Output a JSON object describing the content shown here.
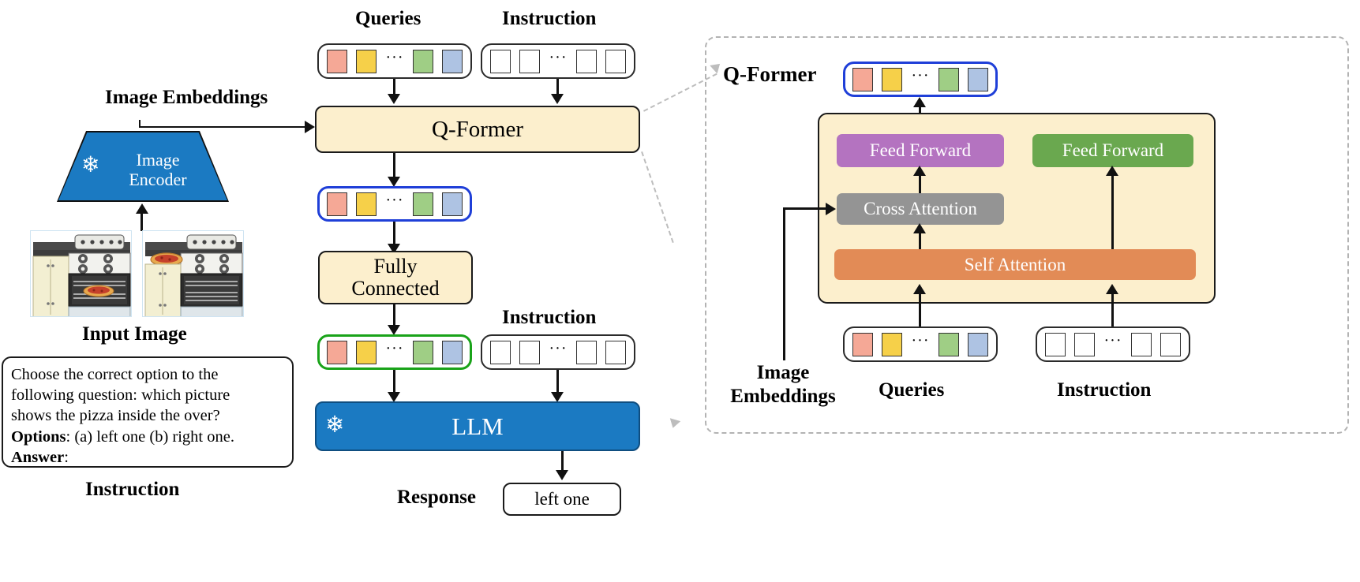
{
  "diagram": {
    "title": "InstructBLIP-style vision-language architecture with Q-Former detail",
    "colors": {
      "token_red": "#f5a896",
      "token_yellow": "#f6d049",
      "token_green": "#9fce85",
      "token_blue": "#aec3e3",
      "panel_cream": "#fcefcd",
      "frozen_blue": "#1b7ac2",
      "feed_forward_purple": "#b473c0",
      "feed_forward_green": "#6aa84f",
      "cross_attention_gray": "#949494",
      "self_attention_orange": "#e28b56",
      "highlight_blue_border": "#1f3fd8",
      "highlight_green_border": "#19a319",
      "dashed_gray": "#b3b3b3"
    }
  },
  "left": {
    "image_embeddings_label": "Image Embeddings",
    "image_encoder_line1": "Image",
    "image_encoder_line2": "Encoder",
    "image_encoder_frozen_icon": "snowflake-icon",
    "input_image_label": "Input Image",
    "thumb_left_alt": "stove-with-pizza-inside-oven",
    "thumb_right_alt": "stove-with-pizza-on-cooktop",
    "instruction_line1": "Choose the correct option to the",
    "instruction_line2": "following question: which picture",
    "instruction_line3": "shows the pizza inside the over?",
    "instruction_options_key": "Options",
    "instruction_options_value": ": (a) left one (b) right one.",
    "instruction_answer_key": "Answer",
    "instruction_answer_value": ":",
    "instruction_caption": "Instruction"
  },
  "center": {
    "queries_label": "Queries",
    "instruction_top_label": "Instruction",
    "qformer_label": "Q-Former",
    "fully_connected_label": "Fully\nConnected",
    "fully_connected_line1": "Fully",
    "fully_connected_line2": "Connected",
    "instruction_mid_label": "Instruction",
    "llm_label": "LLM",
    "llm_frozen_icon": "snowflake-icon",
    "response_label": "Response",
    "response_value": "left one",
    "ellipsis": "···"
  },
  "right_panel": {
    "title": "Q-Former",
    "feed_forward_left": "Feed Forward",
    "feed_forward_right": "Feed Forward",
    "cross_attention": "Cross Attention",
    "self_attention": "Self Attention",
    "image_embeddings_line1": "Image",
    "image_embeddings_line2": "Embeddings",
    "queries_label": "Queries",
    "instruction_label": "Instruction",
    "ellipsis": "···"
  }
}
